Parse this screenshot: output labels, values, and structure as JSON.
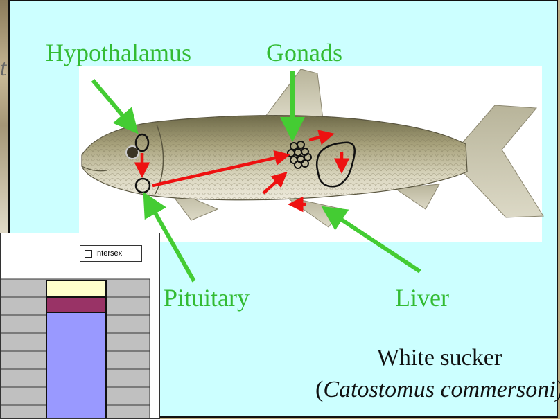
{
  "labels": {
    "hypothalamus": "Hypothalamus",
    "gonads": "Gonads",
    "pituitary": "Pituitary",
    "liver": "Liver"
  },
  "caption": {
    "common_name": "White sucker",
    "open_paren": "(",
    "scientific_name": "Catostomus commersoni)"
  },
  "background_text": "t",
  "chart_inset": {
    "legend_label": "Intersex"
  },
  "colors": {
    "slide_bg": "#ccffff",
    "label_green": "#33bb33",
    "arrow_green": "#44cc33",
    "arrow_red": "#ee1111",
    "bar_blue": "#9999ff",
    "bar_maroon": "#993366",
    "bar_cream": "#ffffcc"
  }
}
